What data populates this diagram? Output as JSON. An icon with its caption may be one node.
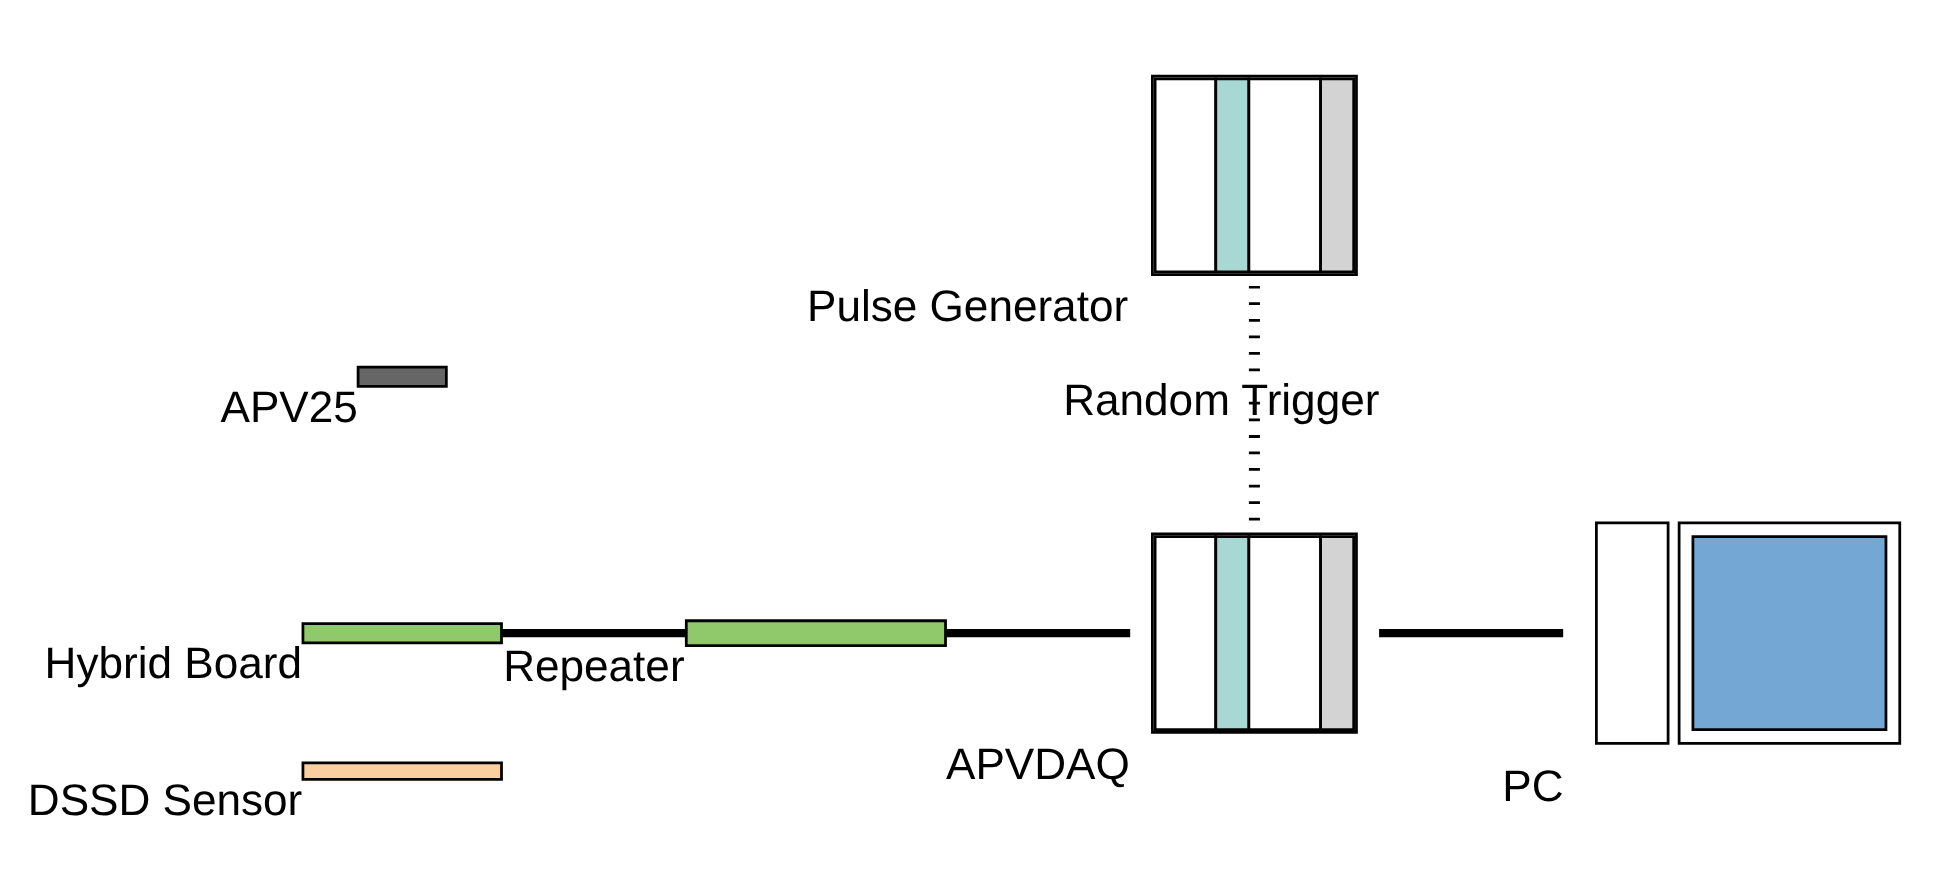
{
  "diagram": {
    "nodes": [
      {
        "text": [],
        "shape": "bar",
        "beside": [
          "DSSD Sensor"
        ]
      },
      {
        "text": [],
        "shape": "bar",
        "beside": [
          "Hybrid Board"
        ]
      },
      {
        "text": [],
        "shape": "box",
        "beside": [
          "APV25"
        ]
      },
      {
        "text": [],
        "shape": "bar",
        "beside": [
          "Repeater"
        ]
      },
      {
        "text": [],
        "shape": "box",
        "beside": [
          "APVDAQ"
        ]
      },
      {
        "text": [],
        "shape": "box",
        "beside": [
          "Pulse Generator"
        ]
      },
      {
        "text": [],
        "shape": "picture",
        "beside": [
          "PC"
        ]
      }
    ],
    "edges": [
      {
        "from": 1,
        "to": 3,
        "arrow": "none"
      },
      {
        "from": 3,
        "to": 4,
        "arrow": "none"
      },
      {
        "from": 5,
        "to": 4,
        "arrow": "none",
        "style": "dashed",
        "label": "Random Trigger"
      },
      {
        "from": 4,
        "to": 6,
        "arrow": "none"
      }
    ]
  }
}
